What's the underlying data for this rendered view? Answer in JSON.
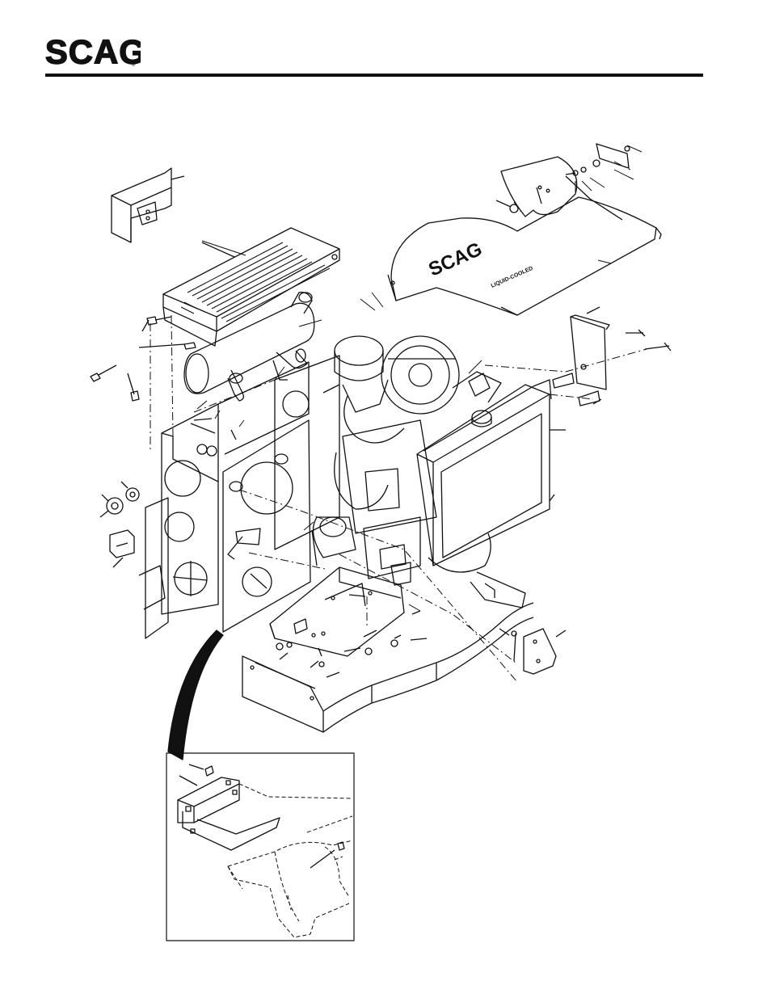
{
  "header": {
    "logo_text": "SCAG",
    "logo_mark": "®"
  },
  "diagram": {
    "shroud_logo": "SCAG",
    "shroud_sublabel": "LIQUID-COOLED"
  },
  "colors": {
    "ink": "#111111",
    "paper": "#ffffff",
    "shade": "#888888"
  }
}
